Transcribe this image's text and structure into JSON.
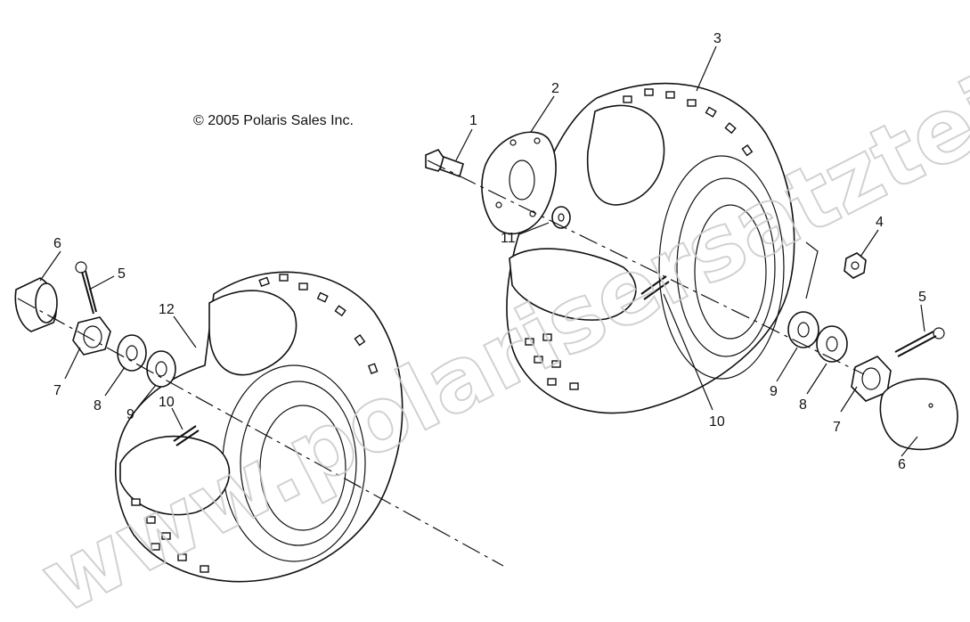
{
  "copyright": "© 2005 Polaris Sales Inc.",
  "watermark": "www.polarisersatzteile.de",
  "callouts": {
    "l6": "6",
    "l5": "5",
    "l12": "12",
    "l7": "7",
    "l8": "8",
    "l9": "9",
    "l10": "10",
    "r1": "1",
    "r2": "2",
    "r3": "3",
    "r11": "11",
    "r4": "4",
    "r5": "5",
    "r9": "9",
    "r8": "8",
    "r7": "7",
    "r6": "6",
    "r10": "10"
  }
}
